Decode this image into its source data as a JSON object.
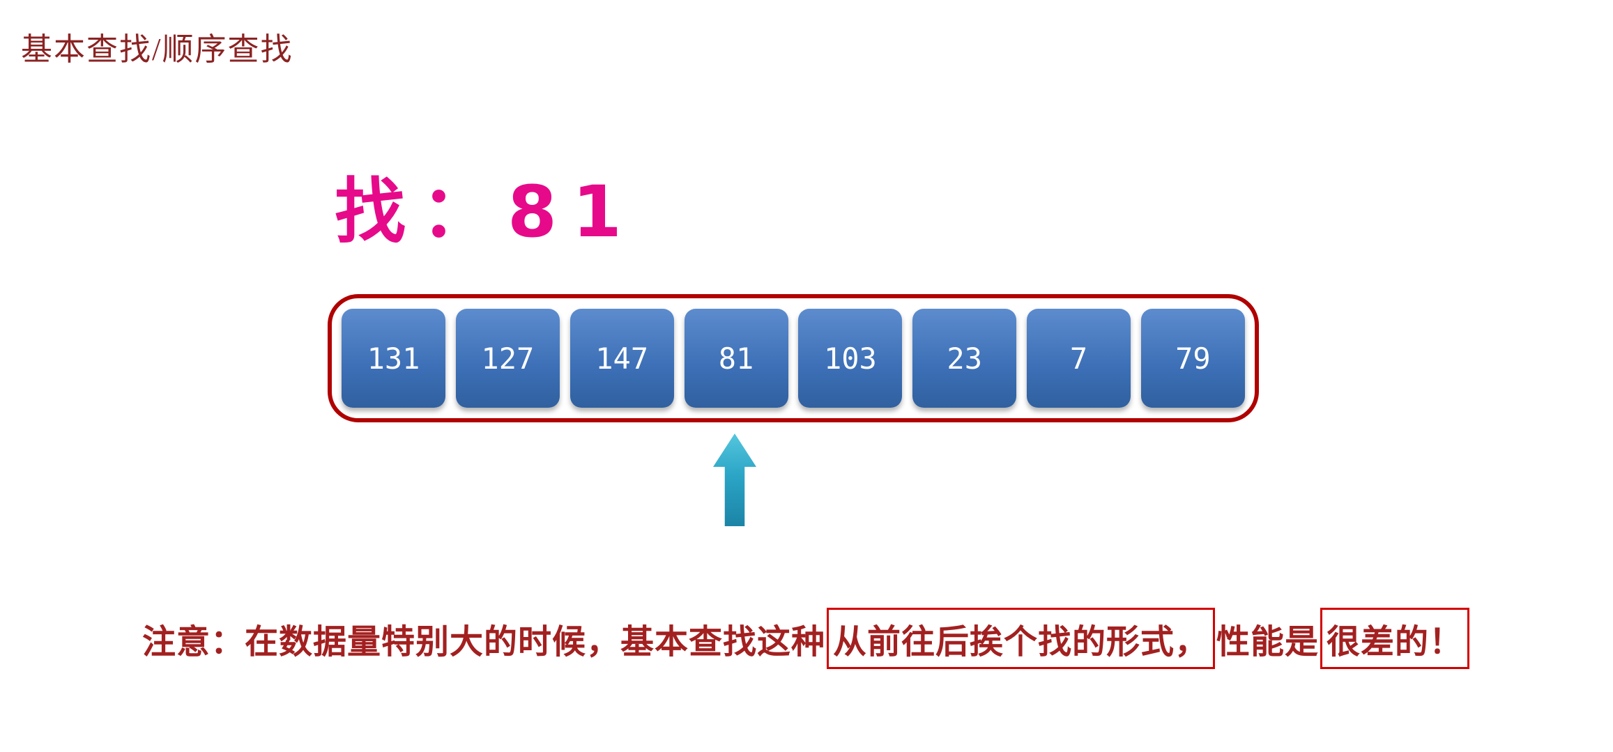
{
  "header": {
    "title": "基本查找/顺序查找"
  },
  "search": {
    "label": "找：81",
    "target_value": "81"
  },
  "array": {
    "values": [
      "131",
      "127",
      "147",
      "81",
      "103",
      "23",
      "7",
      "79"
    ],
    "target_index": 3,
    "target_value": "81"
  },
  "pointer": {
    "icon": "up-arrow-icon",
    "points_to_value": "81"
  },
  "note": {
    "prefix": "注意：在数据量特别大的时候，基本查找这种",
    "boxed_1": "从前往后挨个找的形式，",
    "middle": "性能是",
    "boxed_2": "很差的！"
  },
  "colors": {
    "title_red": "#8b2323",
    "accent_pink": "#e60a8a",
    "cell_blue": "#3c6fb6",
    "outline_red": "#b00000",
    "arrow_teal": "#2ba5c6",
    "note_red": "#a32020"
  }
}
